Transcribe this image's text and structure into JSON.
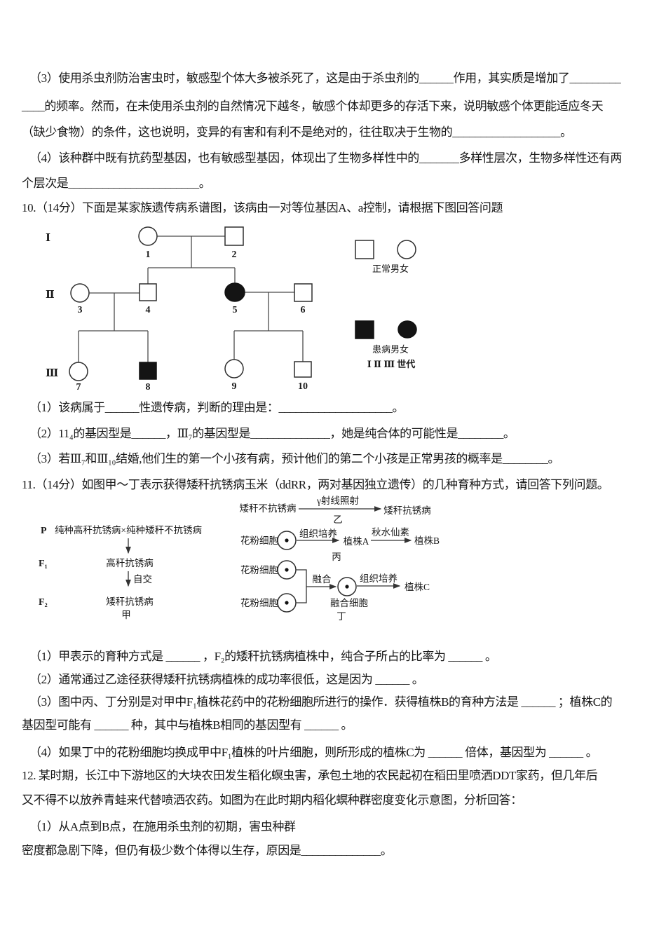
{
  "q9": {
    "part3_line1": "（3）使用杀虫剂防治害虫时，敏感型个体大多被杀死了，这是由于杀虫剂的______作用，其实质是增加了_________",
    "part3_line2": "____的频率。然而，在未使用杀虫剂的自然情况下越冬，敏感个体却更多的存活下来，说明敏感个体更能适应冬天",
    "part3_line3": "（缺少食物）的条件，这也说明，变异的有害和有利不是绝对的，往往取决于生物的___________________。",
    "part4_line1": "（4）该种群中既有抗药型基因，也有敏感型基因，体现出了生物多样性中的_______多样性层次，生物多样性还有两",
    "part4_line2": "个层次是_______________________。"
  },
  "q10": {
    "stem": "10.（14分）下面是某家族遗传病系谱图，该病由一对等位基因A、a控制，请根据下图回答问题",
    "pedigree": {
      "gen1_label": "Ⅰ",
      "gen2_label": "Ⅱ",
      "gen3_label": "Ⅲ",
      "individuals": [
        {
          "num": "1",
          "generation": "Ⅰ",
          "sex": "female",
          "affected": false
        },
        {
          "num": "2",
          "generation": "Ⅰ",
          "sex": "male",
          "affected": false
        },
        {
          "num": "3",
          "generation": "Ⅱ",
          "sex": "female",
          "affected": false
        },
        {
          "num": "4",
          "generation": "Ⅱ",
          "sex": "male",
          "affected": false
        },
        {
          "num": "5",
          "generation": "Ⅱ",
          "sex": "female",
          "affected": true
        },
        {
          "num": "6",
          "generation": "Ⅱ",
          "sex": "male",
          "affected": false
        },
        {
          "num": "7",
          "generation": "Ⅲ",
          "sex": "female",
          "affected": false
        },
        {
          "num": "8",
          "generation": "Ⅲ",
          "sex": "male",
          "affected": true
        },
        {
          "num": "9",
          "generation": "Ⅲ",
          "sex": "female",
          "affected": false
        },
        {
          "num": "10",
          "generation": "Ⅲ",
          "sex": "male",
          "affected": false
        }
      ],
      "legend_normal": "正常男女",
      "legend_affected": "患病男女",
      "legend_generations": "Ⅰ Ⅱ Ⅲ 世代"
    },
    "part1": "（1）该病属于______性遗传病，判断的理由是：____________________。",
    "part2": "（2）11₄的基因型是______，Ⅲ₇的基因型是______________，她是纯合体的可能性是________。",
    "part3": "（3）若Ⅲ₇和Ⅲ₁₀结婚,他们生的第一个小孩有病，预计他们的第二个小孩是正常男孩的概率是________。"
  },
  "q11": {
    "stem": "11.（14分）如图甲～丁表示获得矮秆抗锈病玉米（ddRR，两对基因独立遗传）的几种育种方式，请回答下列问题。",
    "diagram": {
      "jia": {
        "p_label": "P",
        "p_cross": "纯种高秆抗锈病×纯种矮秆不抗锈病",
        "f1_label": "F₁",
        "f1_text": "高秆抗锈病",
        "selfing_label": "自交",
        "f2_label": "F₂",
        "f2_text": "矮秆抗锈病",
        "name": "甲"
      },
      "yi": {
        "from_text": "矮秆不抗锈病",
        "arrow_label": "γ射线照射",
        "name": "乙",
        "to_text": "矮秆抗锈病"
      },
      "bing": {
        "pollen_text": "花粉细胞",
        "tissue_culture_label": "组织培养",
        "plant_a": "植株A",
        "colchicine_label": "秋水仙素",
        "plant_b": "植株B",
        "name": "丙"
      },
      "ding": {
        "pollen1_text": "花粉细胞",
        "pollen2_text": "花粉细胞",
        "fusion_label": "融合",
        "fused_cell_text": "融合细胞",
        "tissue_culture_label": "组织培养",
        "plant_c": "植株C",
        "name": "丁"
      }
    },
    "part1": "（1）甲表示的育种方式是 ______ ，F₂的矮秆抗锈病植株中，纯合子所占的比率为 ______ 。",
    "part2": "（2）通常通过乙途径获得矮秆抗锈病植株的成功率很低，这是因为 ______ 。",
    "part3_line1": "（3）图中丙、丁分别是对甲中F₁植株花药中的花粉细胞所进行的操作．获得植株B的育种方法是 ______ ；植株C的",
    "part3_line2": "基因型可能有 ______ 种，其中与植株B相同的基因型有 ______ 。",
    "part4": "（4）如果丁中的花粉细胞均换成甲中F₁植株的叶片细胞，则所形成的植株C为 ______ 倍体，基因型为 ______ 。"
  },
  "q12": {
    "stem_line1": "12. 某时期，长江中下游地区的大块农田发生稻化螟虫害，承包土地的农民起初在稻田里喷洒DDT家药，但几年后",
    "stem_line2": "又不得不以放养青蛙来代替喷洒农药。如图为在此时期内稻化螟种群密度变化示意图，分析回答：",
    "part1_line1": "（1）从A点到B点，在施用杀虫剂的初期，害虫种群",
    "part1_line2": "密度都急剧下降，但仍有极少数个体得以生存，原因是______________。"
  }
}
